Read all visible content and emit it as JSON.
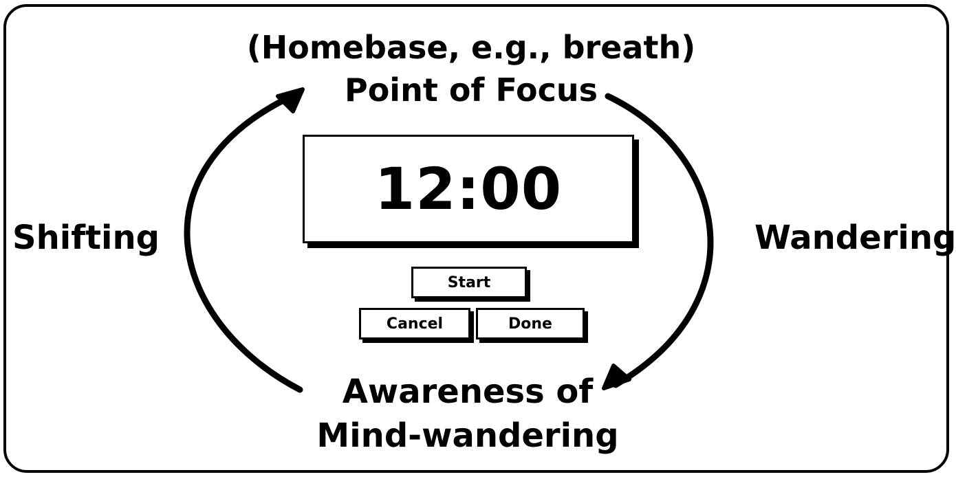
{
  "diagram": {
    "top_line1": "(Homebase, e.g., breath)",
    "top_line2": "Point of Focus",
    "bottom_line1": "Awareness of",
    "bottom_line2": "Mind-wandering",
    "left_label": "Shifting",
    "right_label": "Wandering"
  },
  "timer": {
    "display": "12:00"
  },
  "controls": {
    "start_label": "Start",
    "cancel_label": "Cancel",
    "done_label": "Done"
  },
  "icons": {
    "arrow_right": "arrow-wandering-icon",
    "arrow_left": "arrow-shifting-icon"
  }
}
